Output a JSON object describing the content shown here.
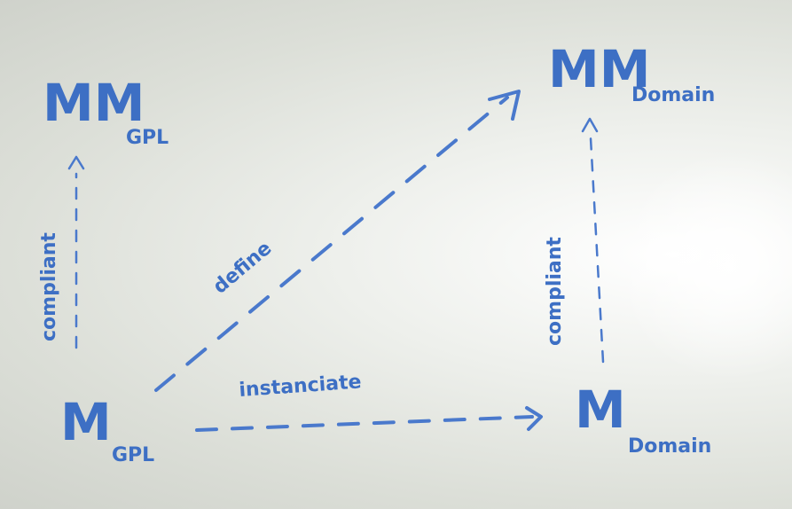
{
  "nodes": {
    "mm_gpl": {
      "main": "MM",
      "sub": "GPL"
    },
    "mm_domain": {
      "main": "MM",
      "sub": "Domain"
    },
    "m_gpl": {
      "main": "M",
      "sub": "GPL"
    },
    "m_domain": {
      "main": "M",
      "sub": "Domain"
    }
  },
  "edges": {
    "left_compliant": "compliant",
    "right_compliant": "compliant",
    "define": "define",
    "instanciate": "instanciate"
  },
  "colors": {
    "ink": "#3d6fc4",
    "board": "#e6e8e3"
  }
}
